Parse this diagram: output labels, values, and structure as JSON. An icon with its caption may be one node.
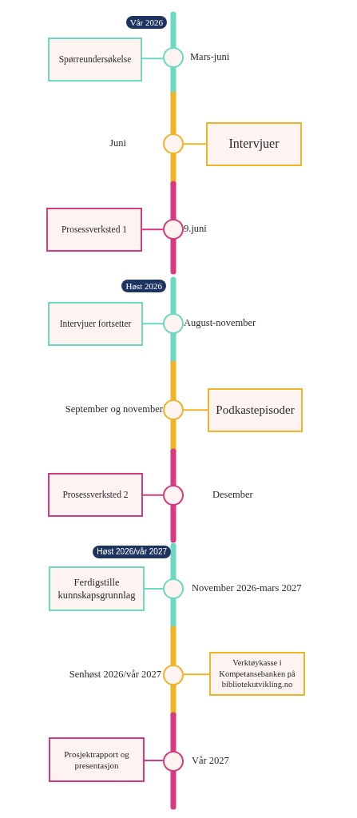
{
  "diagram": {
    "nodes": [
      {
        "text": [
          "Spørreundersøkelse"
        ]
      },
      {
        "text": [],
        "shape": "circle",
        "beside": [
          "Mars-juni"
        ]
      },
      {
        "text": [],
        "shape": "circle",
        "beside": [
          "Juni"
        ]
      },
      {
        "text": [
          "Intervjuer"
        ]
      },
      {
        "text": [
          "Prosessverksted 1"
        ]
      },
      {
        "text": [],
        "shape": "circle",
        "beside": [
          "9.juni"
        ]
      },
      {
        "text": [
          "Intervjuer fortsetter"
        ]
      },
      {
        "text": [],
        "shape": "circle",
        "beside": [
          "August-november"
        ]
      },
      {
        "text": [],
        "shape": "circle",
        "beside": [
          "September og november"
        ]
      },
      {
        "text": [
          "Podkastepisoder"
        ]
      },
      {
        "text": [
          "Prosessverksted 2"
        ]
      },
      {
        "text": [],
        "shape": "circle",
        "beside": [
          "Desember"
        ]
      },
      {
        "text": [
          "Ferdigstille kunnskapsgrunnlag"
        ]
      },
      {
        "text": [],
        "shape": "circle",
        "beside": [
          "November 2026-mars 2027"
        ]
      },
      {
        "text": [],
        "shape": "circle",
        "beside": [
          "Senhøst 2026/vår 2027"
        ]
      },
      {
        "text": [
          "Verktøykasse i Kompetansebanken på bibliotekutvikling.no"
        ]
      },
      {
        "text": [
          "Prosjektrapport og presentasjon"
        ]
      },
      {
        "text": [],
        "shape": "circle",
        "beside": [
          "Vår 2027"
        ]
      }
    ],
    "edges": [
      {
        "from": 0,
        "to": 1,
        "arrow": "none",
        "color": "#6dd9c0"
      },
      {
        "from": 2,
        "to": 3,
        "arrow": "none",
        "color": "#f0b429"
      },
      {
        "from": 4,
        "to": 5,
        "arrow": "none",
        "color": "#d63a7f"
      },
      {
        "from": 6,
        "to": 7,
        "arrow": "none",
        "color": "#6dd9c0"
      },
      {
        "from": 8,
        "to": 9,
        "arrow": "none",
        "color": "#f0b429"
      },
      {
        "from": 10,
        "to": 11,
        "arrow": "none",
        "color": "#d63a7f"
      },
      {
        "from": 12,
        "to": 13,
        "arrow": "none",
        "color": "#6dd9c0"
      },
      {
        "from": 14,
        "to": 15,
        "arrow": "none",
        "color": "#f0b429"
      },
      {
        "from": 16,
        "to": 17,
        "arrow": "none",
        "color": "#d63a7f"
      }
    ],
    "labels": [
      "Vår 2026",
      "Høst 2026",
      "Høst 2026/vår 2027"
    ]
  }
}
